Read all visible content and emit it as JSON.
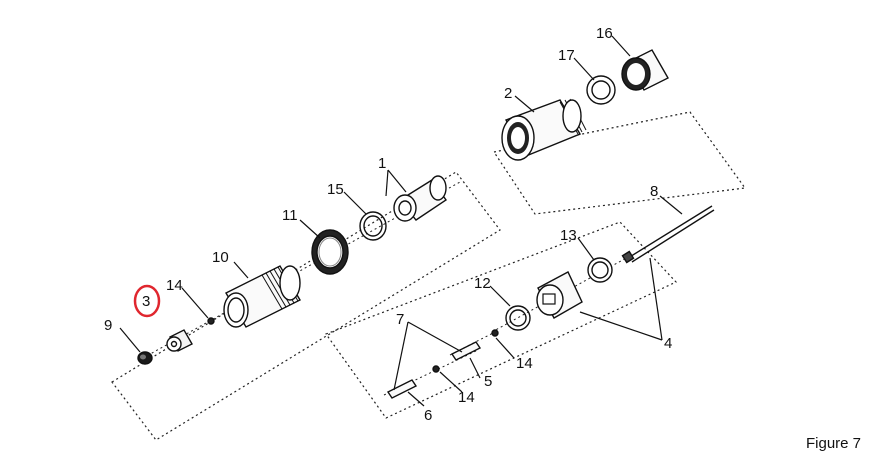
{
  "figure_caption": "Figure 7",
  "highlight_color": "#e0262e",
  "callouts": {
    "c1": "1",
    "c2": "2",
    "c3": "3",
    "c4": "4",
    "c5": "5",
    "c6": "6",
    "c7": "7",
    "c8": "8",
    "c9": "9",
    "c10": "10",
    "c11": "11",
    "c12": "12",
    "c13": "13",
    "c14a": "14",
    "c14b": "14",
    "c14c": "14",
    "c15": "15",
    "c16": "16",
    "c17": "17"
  }
}
